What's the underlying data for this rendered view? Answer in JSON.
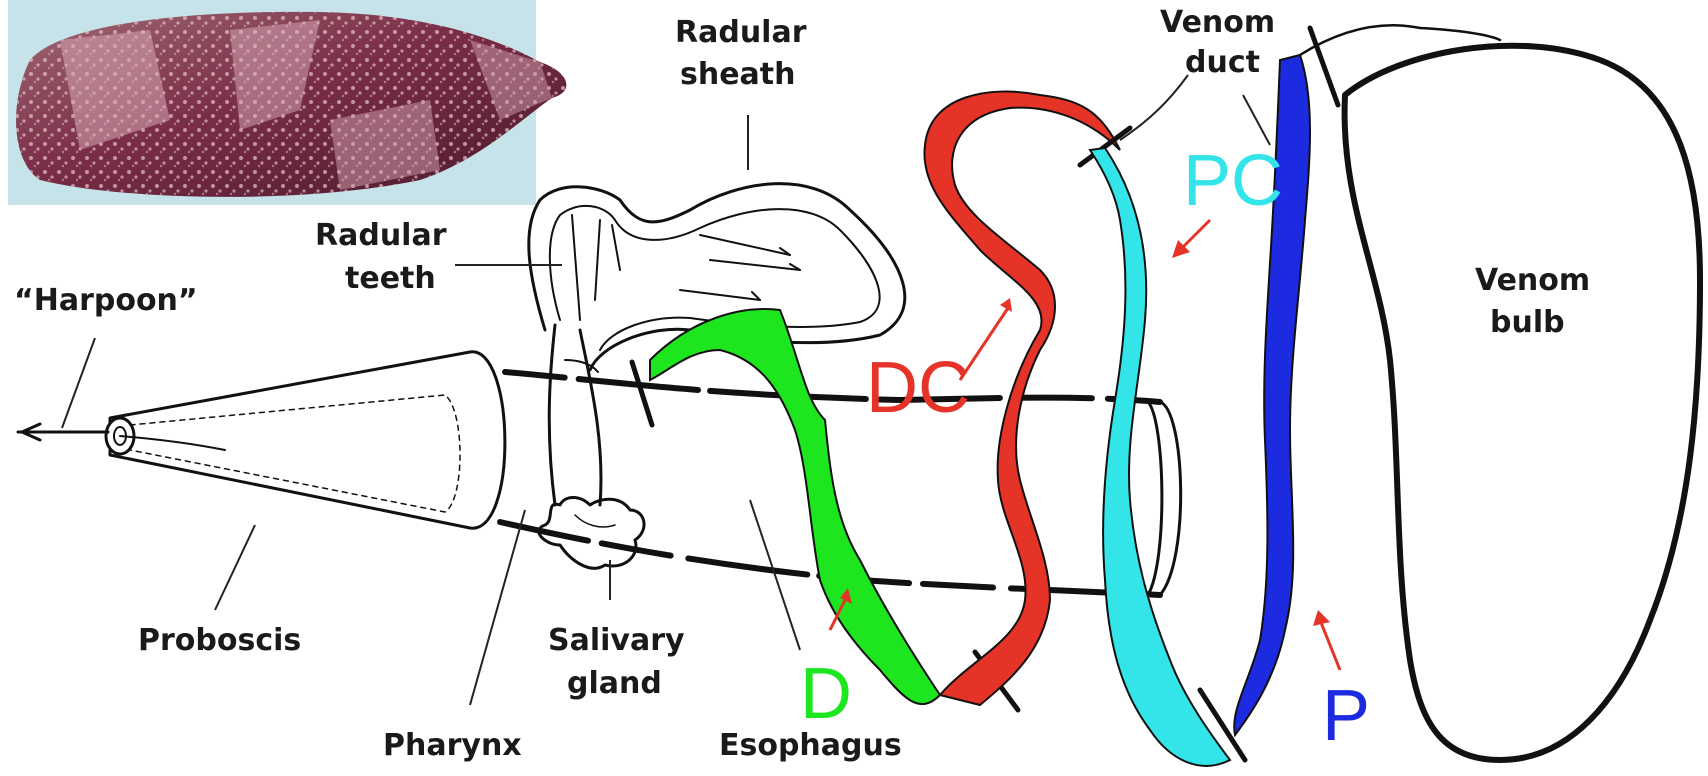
{
  "labels": {
    "harpoon": "“Harpoon”",
    "radular_teeth_1": "Radular",
    "radular_teeth_2": "teeth",
    "radular_sheath_1": "Radular",
    "radular_sheath_2": "sheath",
    "venom_duct_1": "Venom",
    "venom_duct_2": "duct",
    "venom_bulb_1": "Venom",
    "venom_bulb_2": "bulb",
    "proboscis": "Proboscis",
    "salivary_gland_1": "Salivary",
    "salivary_gland_2": "gland",
    "pharynx": "Pharynx",
    "esophagus": "Esophagus"
  },
  "segments": {
    "d": "D",
    "dc": "DC",
    "pc": "PC",
    "p": "P"
  },
  "colors": {
    "d": "#1ee61e",
    "dc": "#e53327",
    "pc": "#33e5e8",
    "p": "#1c2be0",
    "arrow": "#e53327",
    "ink": "#111111",
    "shell_base": "#8a3f55"
  }
}
